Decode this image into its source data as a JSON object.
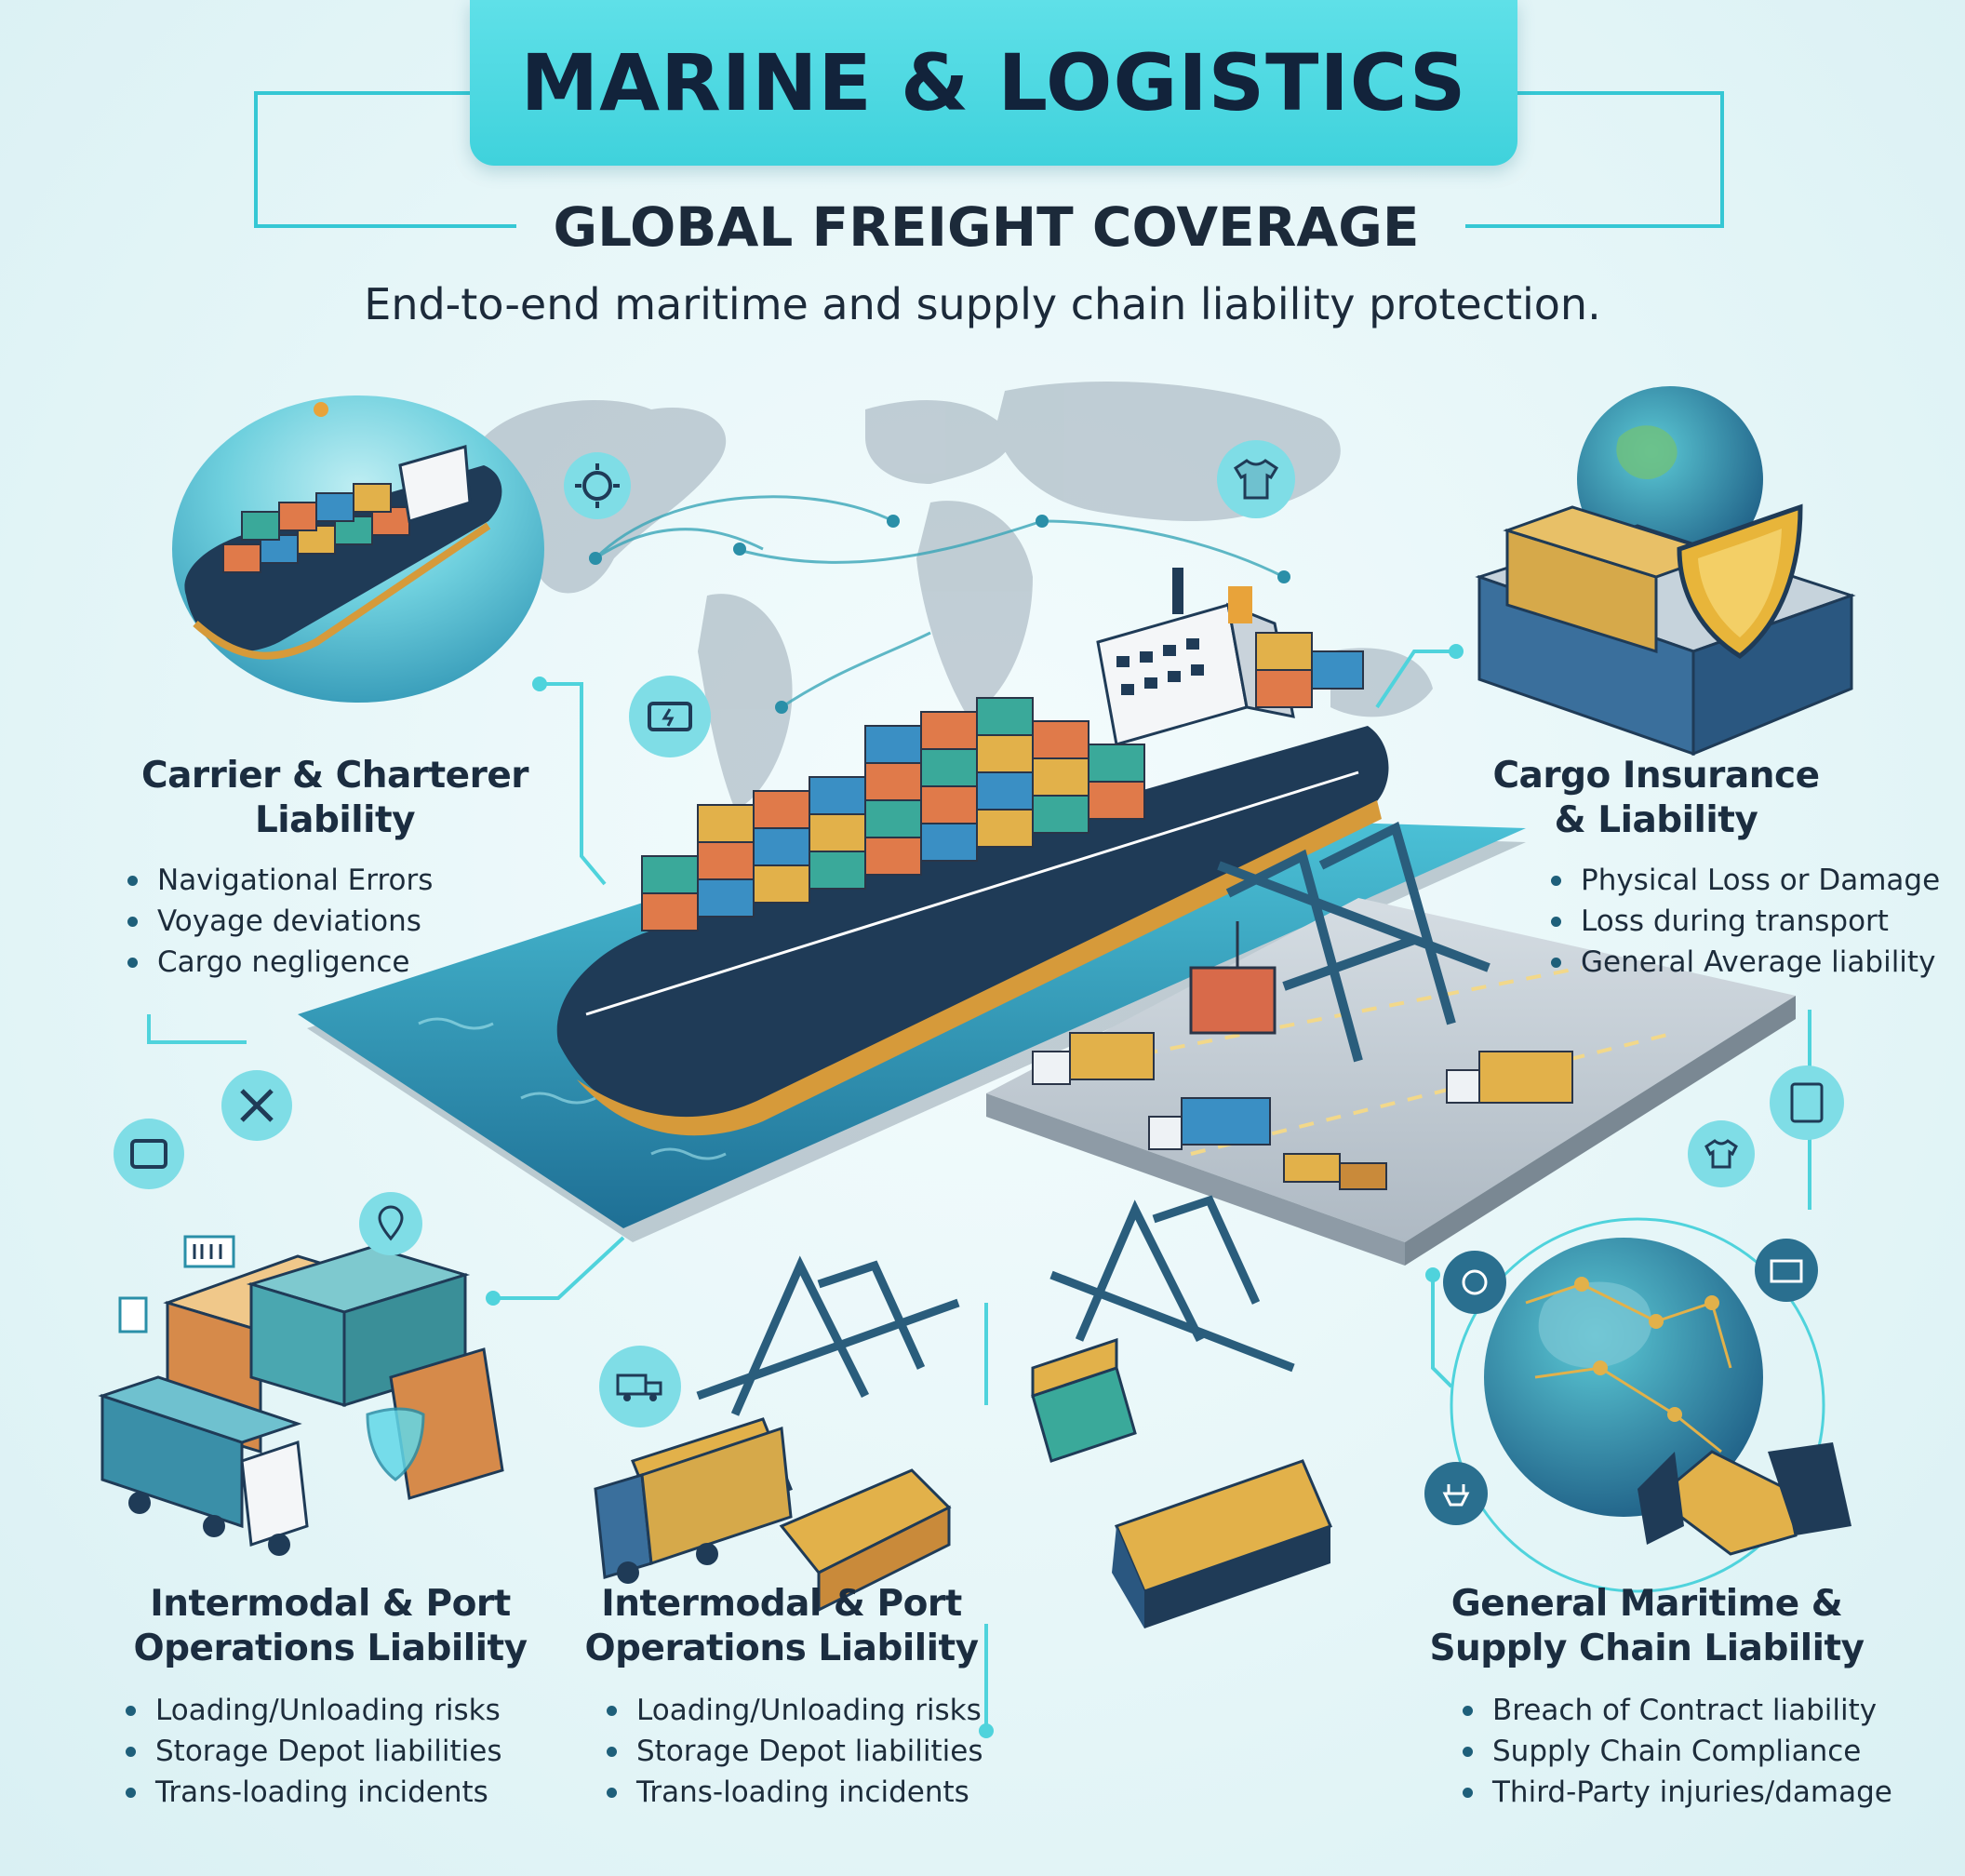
{
  "header": {
    "title": "MARINE & LOGISTICS",
    "subtitle": "GLOBAL FREIGHT COVERAGE",
    "tagline": "End-to-end maritime and supply chain liability protection."
  },
  "sections": {
    "carrier": {
      "title_line1": "Carrier & Charterer",
      "title_line2": "Liability",
      "bullets": [
        "Navigational Errors",
        "Voyage deviations",
        "Cargo negligence"
      ]
    },
    "cargo": {
      "title_line1": "Cargo Insurance",
      "title_line2": "& Liability",
      "bullets": [
        "Physical Loss or Damage",
        "Loss during transport",
        "General Average liability"
      ]
    },
    "intermodal_left": {
      "title_line1": "Intermodal & Port",
      "title_line2": "Operations Liability",
      "bullets": [
        "Loading/Unloading risks",
        "Storage Depot liabilities",
        "Trans-loading incidents"
      ]
    },
    "intermodal_center": {
      "title_line1": "Intermodal & Port",
      "title_line2": "Operations Liability",
      "bullets": [
        "Loading/Unloading risks",
        "Storage Depot liabilities",
        "Trans-loading incidents"
      ]
    },
    "general": {
      "title_line1": "General Maritime &",
      "title_line2": "Supply Chain Liability",
      "bullets": [
        "Breach of Contract liability",
        "Supply Chain Compliance",
        "Third-Party injuries/damage"
      ]
    }
  },
  "colors": {
    "accent": "#3fd2dc",
    "navy": "#1b2d40",
    "teal": "#2a8fa8",
    "ocean": "#2c9ab8",
    "container_orange": "#e07a4a",
    "container_yellow": "#e2b14a",
    "container_blue": "#3a8fc4",
    "container_teal": "#3aa99a"
  },
  "icons": [
    "gear-icon",
    "tshirt-icon",
    "engine-icon",
    "globe-icon",
    "shield-icon",
    "handshake-icon",
    "truck-icon",
    "map-pin-icon",
    "barcode-icon",
    "document-icon"
  ]
}
